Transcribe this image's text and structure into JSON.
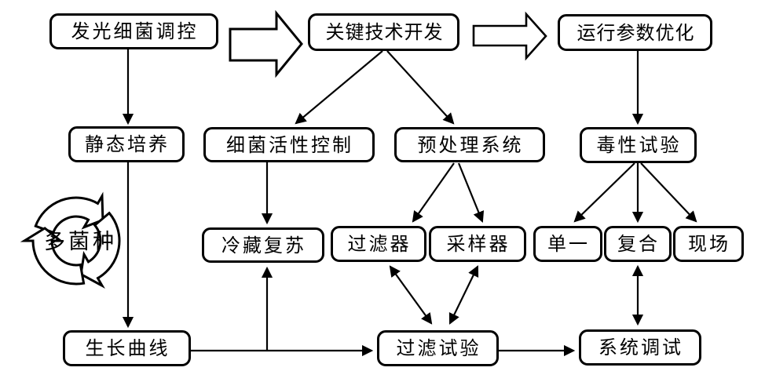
{
  "nodes": {
    "luminescent_bacteria_regulation": "发光细菌调控",
    "key_technology_development": "关键技术开发",
    "operating_parameter_optimization": "运行参数优化",
    "static_culture": "静态培养",
    "bacteria_activity_control": "细菌活性控制",
    "pretreatment_system": "预处理系统",
    "toxicity_test": "毒性试验",
    "cold_storage_recovery": "冷藏复苏",
    "filter": "过滤器",
    "sampler": "采样器",
    "single": "单一",
    "compound": "复合",
    "field": "现场",
    "growth_curve": "生长曲线",
    "filtration_test": "过滤试验",
    "system_commissioning": "系统调试",
    "multi_strain": "多菌种"
  },
  "icons": {
    "multi_strain_cycle": "recycle-arrows-icon"
  },
  "colors": {
    "line": "#000000",
    "text": "#000000",
    "node_fill": "#ffffff",
    "background": "#ffffff"
  },
  "edges": [
    {
      "from": "luminescent_bacteria_regulation",
      "to": "key_technology_development",
      "type": "block-arrow"
    },
    {
      "from": "key_technology_development",
      "to": "operating_parameter_optimization",
      "type": "block-arrow"
    },
    {
      "from": "luminescent_bacteria_regulation",
      "to": "static_culture",
      "type": "arrow"
    },
    {
      "from": "static_culture",
      "to": "growth_curve",
      "type": "arrow"
    },
    {
      "from": "key_technology_development",
      "to": "bacteria_activity_control",
      "type": "arrow"
    },
    {
      "from": "key_technology_development",
      "to": "pretreatment_system",
      "type": "arrow"
    },
    {
      "from": "operating_parameter_optimization",
      "to": "toxicity_test",
      "type": "arrow"
    },
    {
      "from": "bacteria_activity_control",
      "to": "cold_storage_recovery",
      "type": "arrow"
    },
    {
      "from": "pretreatment_system",
      "to": "filter",
      "type": "arrow"
    },
    {
      "from": "pretreatment_system",
      "to": "sampler",
      "type": "arrow"
    },
    {
      "from": "toxicity_test",
      "to": "single",
      "type": "arrow"
    },
    {
      "from": "toxicity_test",
      "to": "compound",
      "type": "arrow"
    },
    {
      "from": "toxicity_test",
      "to": "field",
      "type": "arrow"
    },
    {
      "from": "filter",
      "to": "filtration_test",
      "type": "double-arrow"
    },
    {
      "from": "sampler",
      "to": "filtration_test",
      "type": "double-arrow"
    },
    {
      "from": "compound",
      "to": "system_commissioning",
      "type": "double-arrow"
    },
    {
      "from": "growth_curve",
      "to": "filtration_test",
      "type": "arrow"
    },
    {
      "from": "growth_curve",
      "to": "cold_storage_recovery",
      "type": "arrow-branch-up"
    },
    {
      "from": "filtration_test",
      "to": "system_commissioning",
      "type": "arrow"
    },
    {
      "from": "multi_strain",
      "to": "static_culture",
      "type": "cycle-annotation"
    }
  ]
}
